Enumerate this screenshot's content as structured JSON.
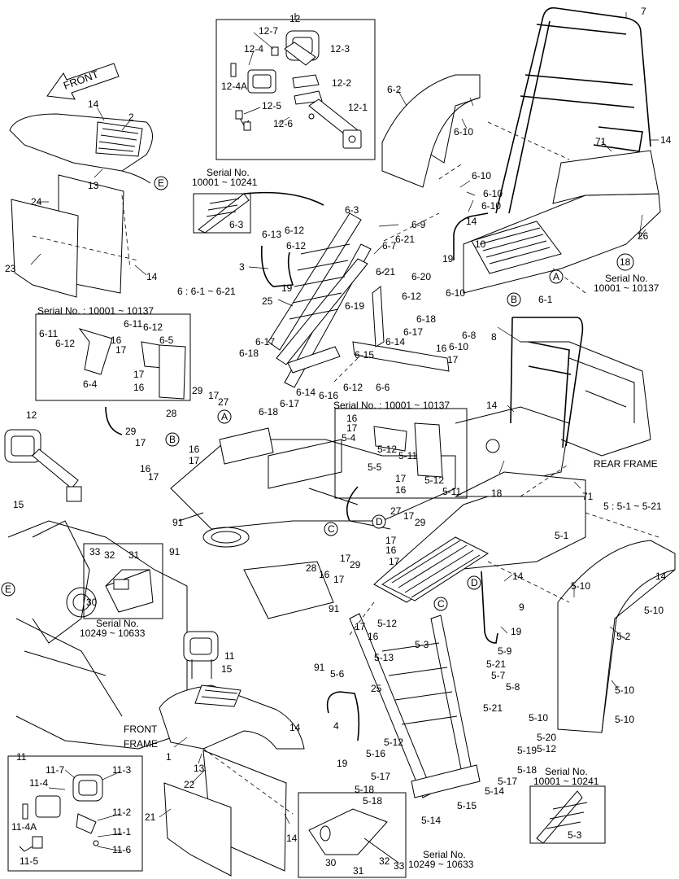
{
  "labels": {
    "front": "FRONT",
    "rear_frame": "REAR FRAME",
    "front_frame_1": "FRONT",
    "front_frame_2": "FRAME",
    "serial_no": "Serial No.",
    "serial_no_colon_a": "Serial No. : 10001 ~ 10137",
    "serial_no_colon_b": "Serial No. : 10001 ~ 10137",
    "range_10001_10241_a": "10001 ~ 10241",
    "range_10001_10241_b": "10001 ~ 10241",
    "range_10001_10137": "10001 ~ 10137",
    "range_10249_10633_a": "10249 ~ 10633",
    "range_10249_10633_b": "10249 ~ 10633",
    "group_6": "6 : 6-1 ~ 6-21",
    "group_5": "5 : 5-1 ~ 5-21"
  },
  "circle_refs": {
    "A": "A",
    "B": "B",
    "C": "C",
    "D": "D",
    "E": "E",
    "n18": "18"
  },
  "parts": {
    "p1": "1",
    "p2": "2",
    "p3": "3",
    "p4": "4",
    "p7": "7",
    "p8": "8",
    "p9": "9",
    "p10": "10",
    "p11": "11",
    "p12": "12",
    "p13": "13",
    "p14": "14",
    "p15": "15",
    "p16": "16",
    "p17": "17",
    "p18": "18",
    "p19": "19",
    "p21": "21",
    "p22": "22",
    "p23": "23",
    "p24": "24",
    "p25": "25",
    "p26": "26",
    "p27": "27",
    "p28": "28",
    "p29": "29",
    "p30": "30",
    "p31": "31",
    "p32": "32",
    "p33": "33",
    "p71": "71",
    "p91": "91",
    "p11_1": "11-1",
    "p11_2": "11-2",
    "p11_3": "11-3",
    "p11_4": "11-4",
    "p11_4a": "11-4A",
    "p11_5": "11-5",
    "p11_6": "11-6",
    "p11_7": "11-7",
    "p12_1": "12-1",
    "p12_2": "12-2",
    "p12_3": "12-3",
    "p12_4": "12-4",
    "p12_4a": "12-4A",
    "p12_5": "12-5",
    "p12_6": "12-6",
    "p12_7": "12-7",
    "p5_1": "5-1",
    "p5_2": "5-2",
    "p5_3": "5-3",
    "p5_4": "5-4",
    "p5_5": "5-5",
    "p5_6": "5-6",
    "p5_7": "5-7",
    "p5_8": "5-8",
    "p5_9": "5-9",
    "p5_10": "5-10",
    "p5_11": "5-11",
    "p5_12": "5-12",
    "p5_13": "5-13",
    "p5_14": "5-14",
    "p5_15": "5-15",
    "p5_16": "5-16",
    "p5_17": "5-17",
    "p5_18": "5-18",
    "p5_19": "5-19",
    "p5_20": "5-20",
    "p5_21": "5-21",
    "p6_1": "6-1",
    "p6_2": "6-2",
    "p6_3": "6-3",
    "p6_4": "6-4",
    "p6_5": "6-5",
    "p6_6": "6-6",
    "p6_7": "6-7",
    "p6_8": "6-8",
    "p6_9": "6-9",
    "p6_10": "6-10",
    "p6_11": "6-11",
    "p6_12": "6-12",
    "p6_13": "6-13",
    "p6_14": "6-14",
    "p6_15": "6-15",
    "p6_16": "6-16",
    "p6_17": "6-17",
    "p6_18": "6-18",
    "p6_19": "6-19",
    "p6_20": "6-20",
    "p6_21": "6-21"
  }
}
